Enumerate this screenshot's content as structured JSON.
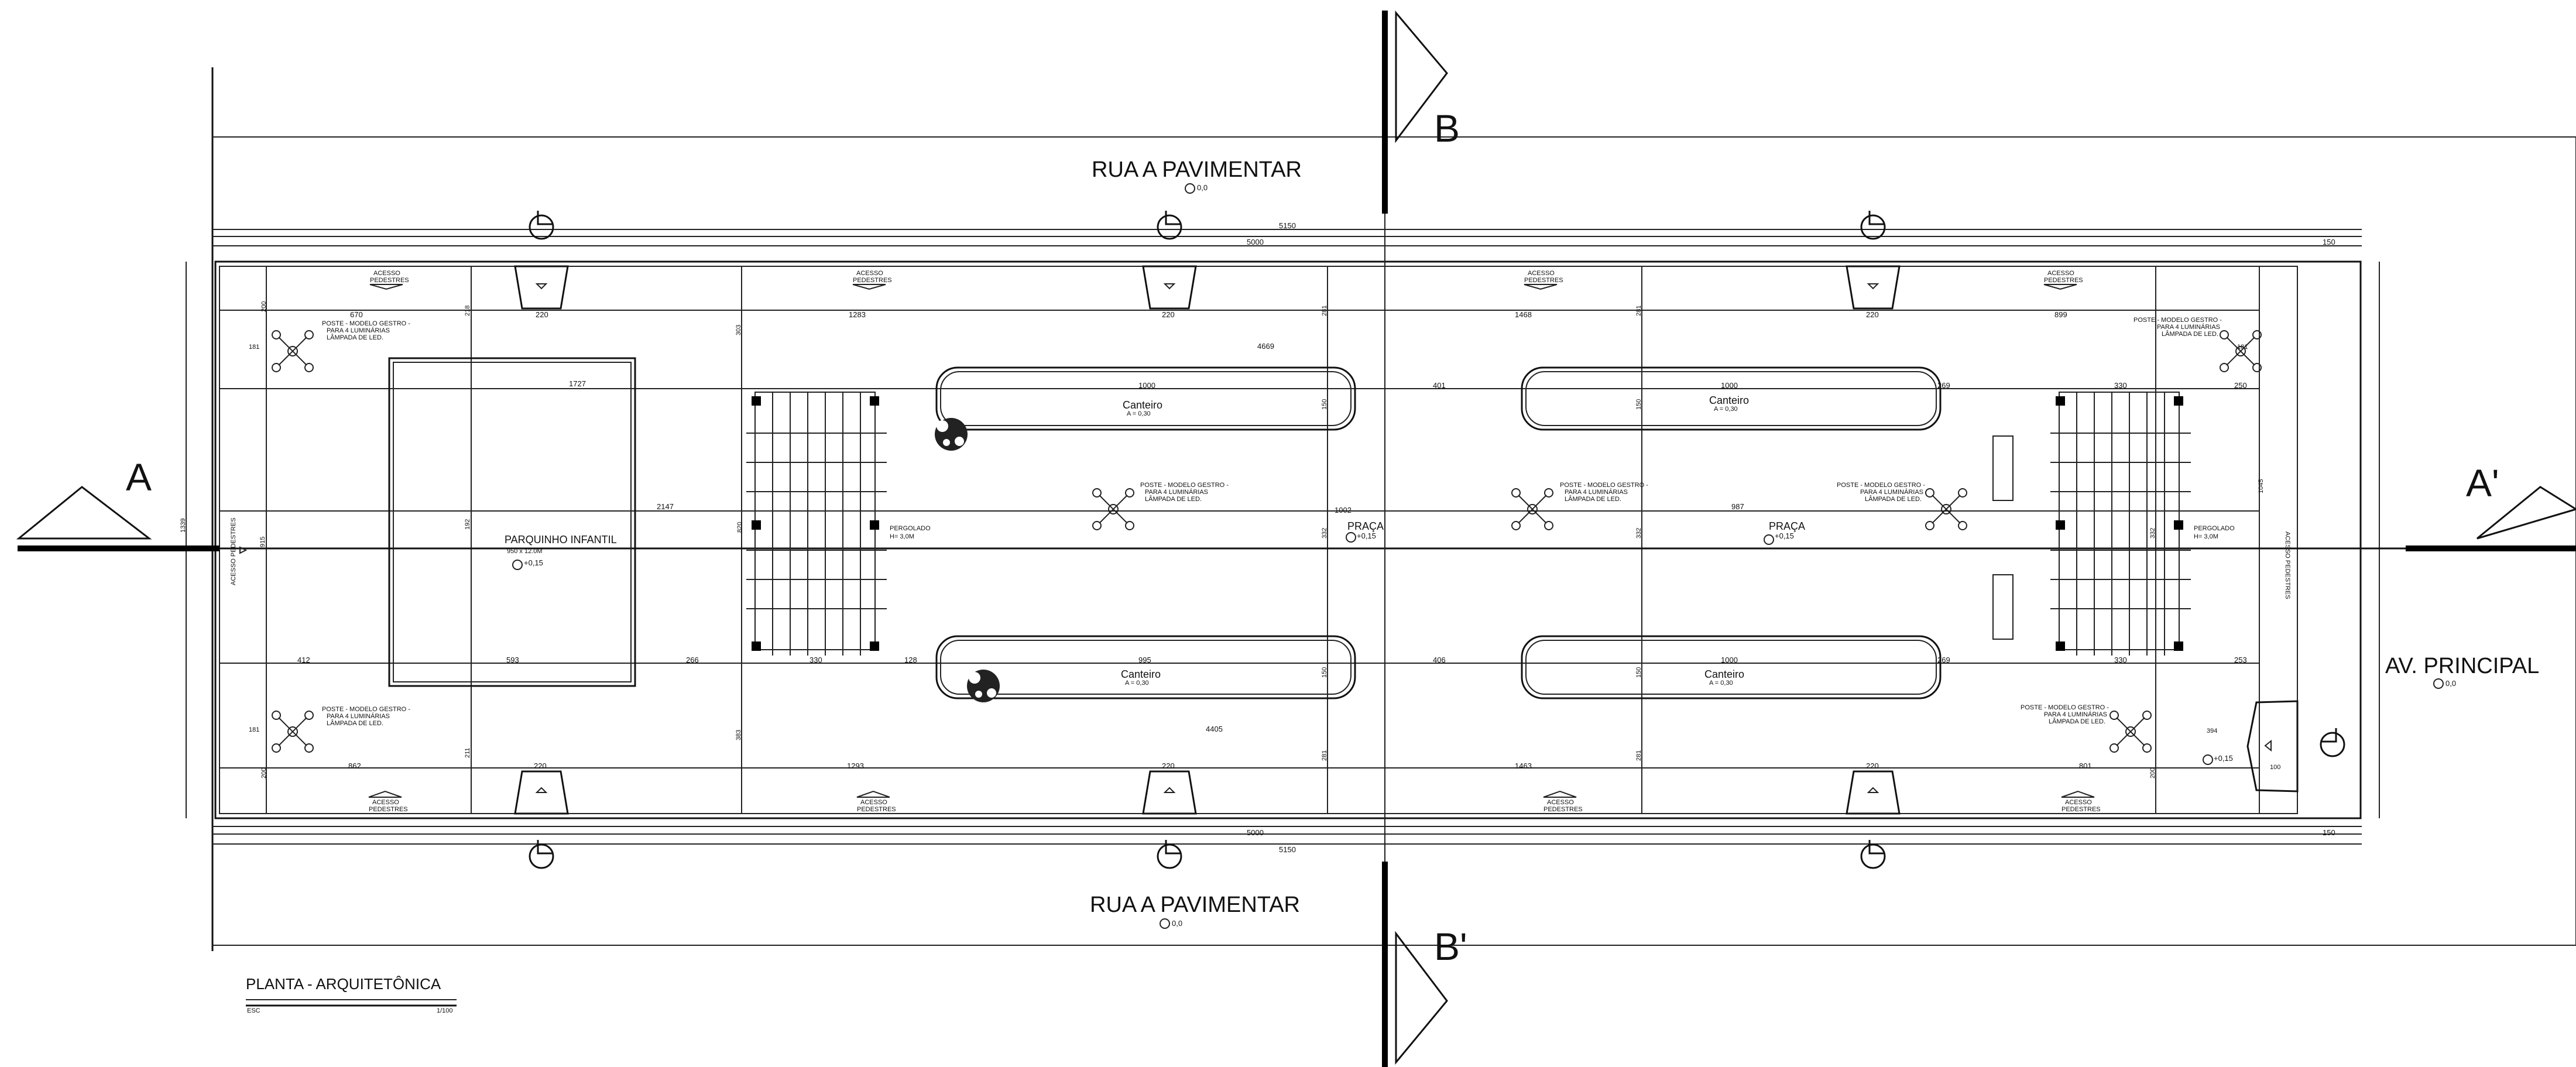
{
  "streets": {
    "top": "RUA A PAVIMENTAR",
    "bottom": "RUA A PAVIMENTAR",
    "right": "AV. PRINCIPAL",
    "level": "0,0"
  },
  "sections": {
    "a": "A",
    "a_prime": "A'",
    "b": "B",
    "b_prime": "B'"
  },
  "areas": {
    "playground": "PARQUINHO INFANTIL",
    "playground_size": "950 x 12.0M",
    "playground_level": "+0,15",
    "pergola": "PERGOLADO",
    "pergola_height": "H= 3,0M",
    "plaza": "PRAÇA",
    "plaza_level": "+0,15",
    "planter": "Canteiro",
    "planter_level": "A = 0,30",
    "access": [
      "ACESSO",
      "PEDESTRES"
    ],
    "corner_access": "ACESSO PEDESTRES"
  },
  "lamp_note": [
    "POSTE - MODELO GESTRO -",
    "PARA 4 LUMINÁRIAS",
    "LÂMPADA DE LED."
  ],
  "dims": {
    "street_5150": "5150",
    "street_5000": "5000",
    "side_150": "150",
    "top_row": [
      "670",
      "220",
      "1283",
      "220",
      "1468",
      "220",
      "899"
    ],
    "bottom_row": [
      "862",
      "220",
      "1293",
      "220",
      "1463",
      "220",
      "801"
    ],
    "mid_4669": "4669",
    "mid_4405": "4405",
    "planter_len": "1000",
    "planter_len_b": "995",
    "offsets_top": [
      "1727",
      "401",
      "269",
      "330",
      "250"
    ],
    "offsets_bottom": [
      "412",
      "593",
      "266",
      "128",
      "406",
      "269",
      "330",
      "253"
    ],
    "center": [
      "2147",
      "1002",
      "987"
    ],
    "verticals": [
      "200",
      "181",
      "1339",
      "915",
      "1045",
      "150",
      "218",
      "303",
      "192",
      "181",
      "211",
      "383",
      "281",
      "200",
      "181",
      "820",
      "332",
      "394",
      "100"
    ],
    "ramp_level": "+0,15"
  },
  "title_block": {
    "title": "PLANTA - ARQUITETÔNICA",
    "scale_label": "ESC",
    "scale": "1/100"
  }
}
